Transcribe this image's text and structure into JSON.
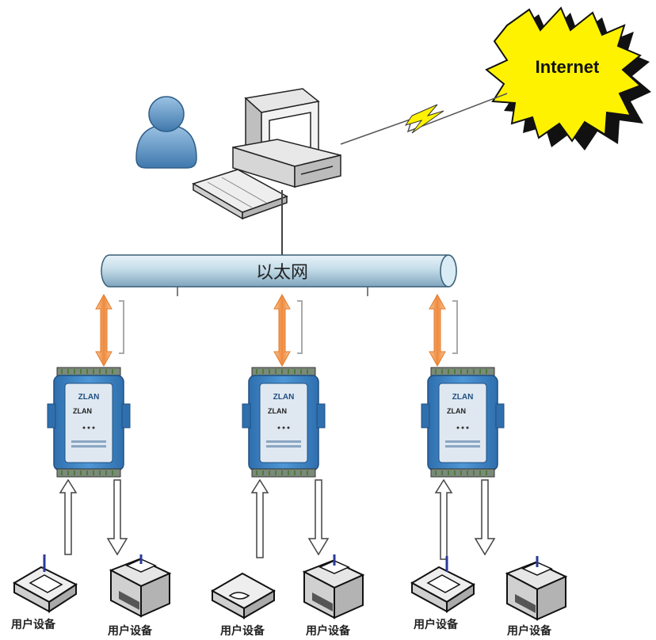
{
  "internet": {
    "label": "Internet"
  },
  "network": {
    "label": "以太网"
  },
  "module": {
    "brand": "ZLAN",
    "model": "ZLAN"
  },
  "device_labels": [
    "用户设备",
    "用户设备",
    "用户设备",
    "用户设备",
    "用户设备",
    "用户设备"
  ],
  "colors": {
    "bus_fill": "#c4dce9",
    "bus_stroke": "#3a5f78",
    "module_blue": "#3f86c7",
    "arrow_orange": "#f2a462",
    "internet_burst": "#fff200",
    "user_icon": "#6a9cc8"
  }
}
